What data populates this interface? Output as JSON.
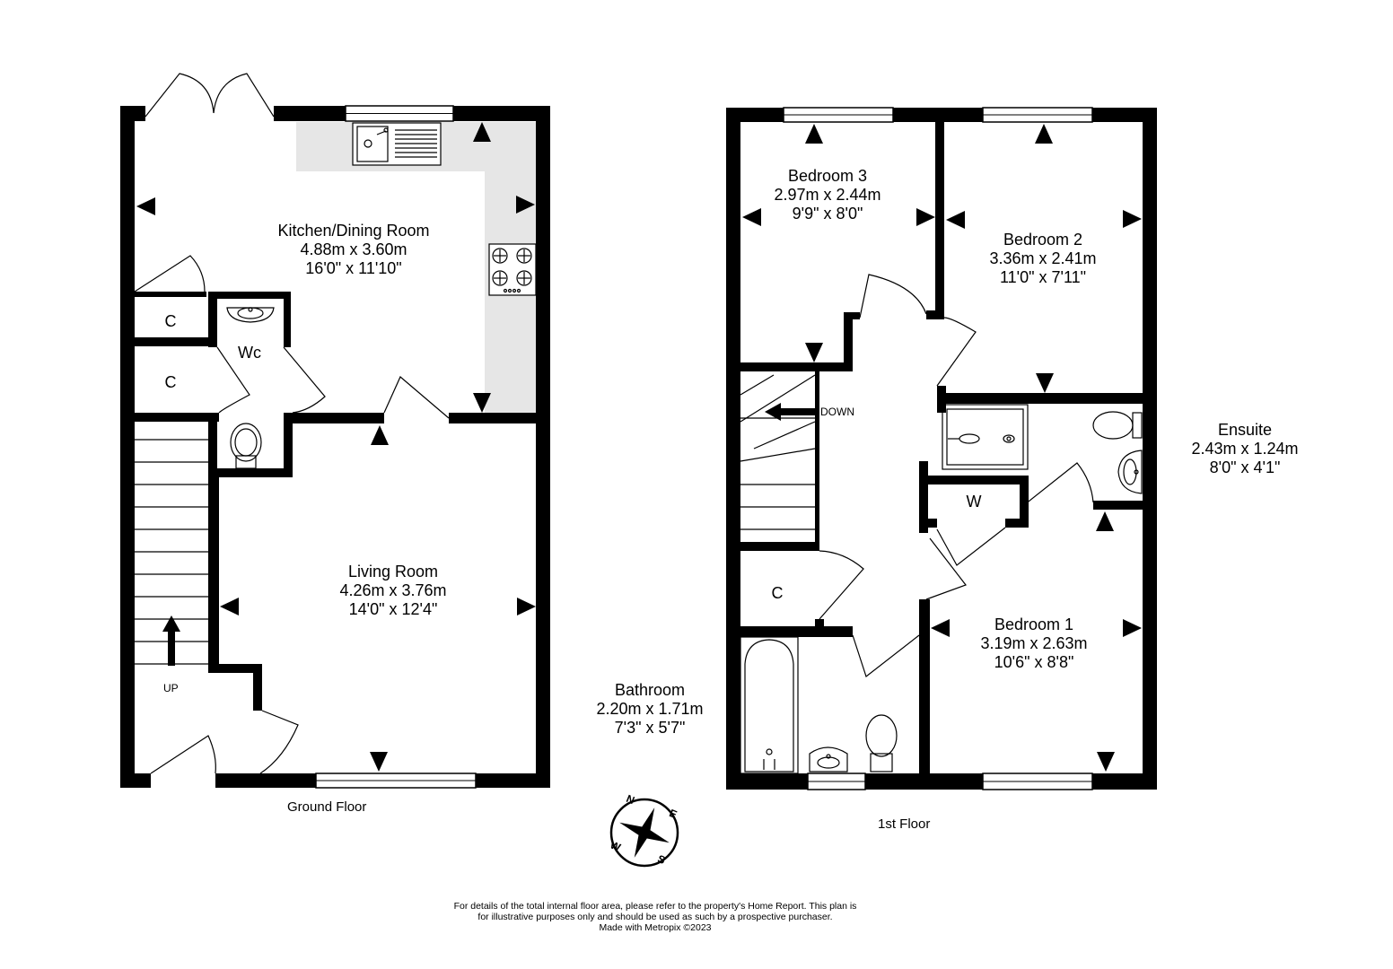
{
  "floors": {
    "ground": {
      "label": "Ground Floor",
      "rooms": {
        "kitchen": {
          "name": "Kitchen/Dining Room",
          "metric": "4.88m  x 3.60m",
          "imperial": "16'0\"  x 11'10\""
        },
        "living": {
          "name": "Living Room",
          "metric": "4.26m  x 3.76m",
          "imperial": "14'0\"  x 12'4\""
        },
        "wc": {
          "name": "Wc"
        },
        "cupboard1": {
          "name": "C"
        },
        "cupboard2": {
          "name": "C"
        }
      },
      "stairs_label": "UP"
    },
    "first": {
      "label": "1st Floor",
      "rooms": {
        "bedroom3": {
          "name": "Bedroom 3",
          "metric": "2.97m  x 2.44m",
          "imperial": "9'9\"  x 8'0\""
        },
        "bedroom2": {
          "name": "Bedroom 2",
          "metric": "3.36m  x 2.41m",
          "imperial": "11'0\"  x 7'11\""
        },
        "ensuite": {
          "name": "Ensuite",
          "metric": "2.43m  x 1.24m",
          "imperial": "8'0\"  x 4'1\""
        },
        "bedroom1": {
          "name": "Bedroom 1",
          "metric": "3.19m  x 2.63m",
          "imperial": "10'6\"  x 8'8\""
        },
        "bathroom": {
          "name": "Bathroom",
          "metric": "2.20m  x 1.71m",
          "imperial": "7'3\"  x 5'7\""
        },
        "wardrobe": {
          "name": "W"
        },
        "cupboard": {
          "name": "C"
        }
      },
      "stairs_label": "DOWN"
    }
  },
  "compass": {
    "n": "N",
    "e": "E",
    "s": "S",
    "w": "W"
  },
  "disclaimer": {
    "line1": "For details of the total internal floor area, please refer to the property's Home Report. This plan is",
    "line2": "for illustrative purposes only and should be used as such by a prospective purchaser.",
    "line3": "Made with Metropix ©2023"
  },
  "colors": {
    "wall": "#000000",
    "worktop": "#e6e6e6",
    "window": "#ffffff"
  }
}
